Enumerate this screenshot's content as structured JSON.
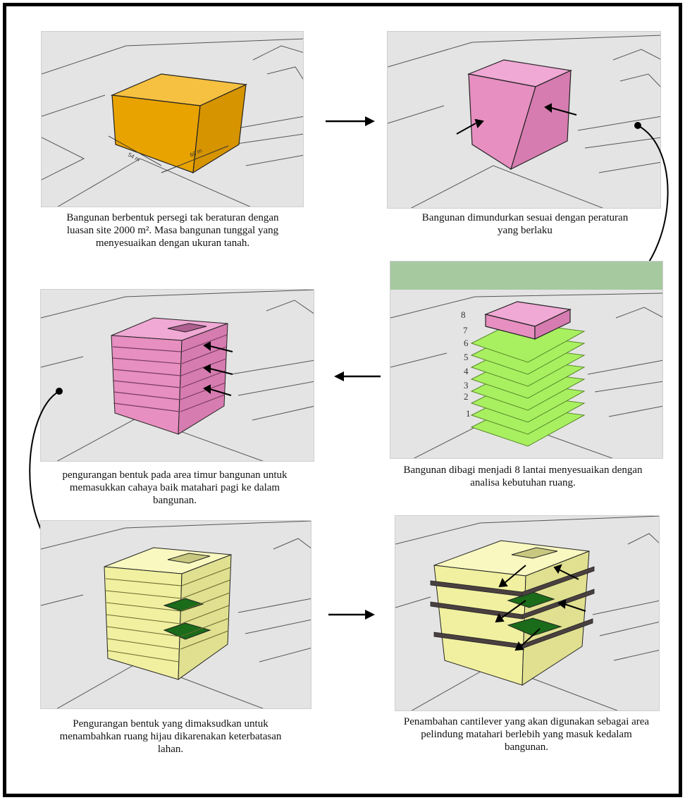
{
  "captions": {
    "step1": "Bangunan berbentuk persegi tak beraturan dengan luasan site 2000 m². Masa bangunan tunggal yang menyesuaikan dengan ukuran tanah.",
    "step2": "Bangunan dimundurkan sesuai dengan peraturan yang berlaku",
    "step3": "Bangunan dibagi menjadi 8 lantai menyesuaikan dengan analisa kebutuhan ruang.",
    "step4": "pengurangan bentuk pada area timur bangunan untuk memasukkan cahaya baik matahari pagi ke dalam bangunan.",
    "step5": "Pengurangan bentuk yang dimaksudkan untuk menambahkan ruang hijau dikarenakan keterbatasan lahan.",
    "step6": "Penambahan cantilever yang akan digunakan sebagai area pelindung matahari berlebih yang masuk kedalam bangunan."
  },
  "dimensions": {
    "left": "54 m",
    "right": "60 m"
  },
  "floor_labels": [
    "8",
    "7",
    "6",
    "5",
    "4",
    "3",
    "2",
    "1"
  ],
  "colors": {
    "mass_orange": "#f0a800",
    "mass_pink": "#e68fc0",
    "floor_green": "#a8f060",
    "top_band_green": "#a6c9a0",
    "mass_yellow": "#f0f0a0",
    "void_green": "#1a6b1a",
    "cantilever_dark": "#4a4040"
  }
}
